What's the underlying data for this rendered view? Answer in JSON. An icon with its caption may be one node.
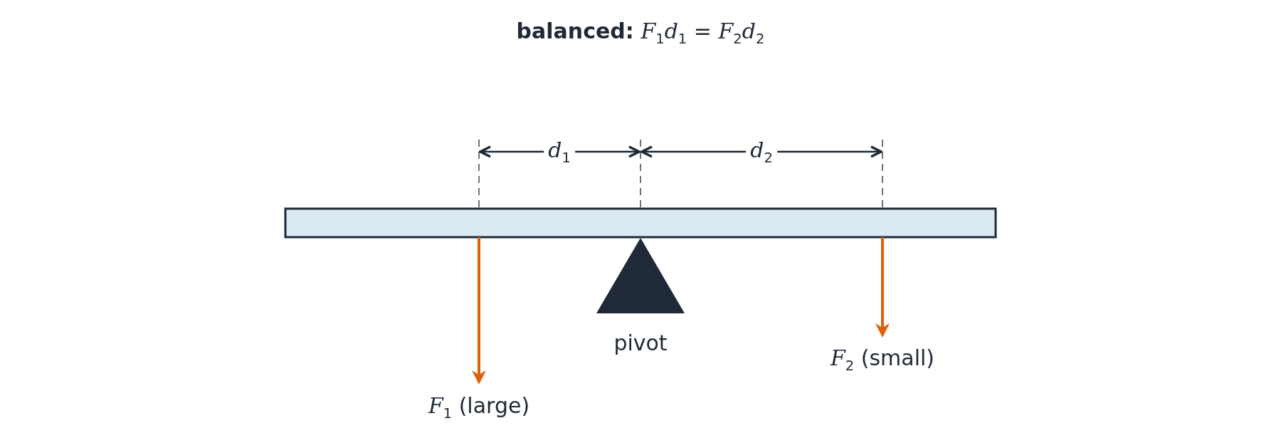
{
  "diagram": {
    "title": "**balanced:** *F*$_{1}$*d*$_{1}$ = *F*$_{2}$*d*$_{2}$",
    "nodes": [
      {
        "text": [],
        "shape": "bar"
      },
      {
        "text": [],
        "shape": "triangle",
        "beside": [
          "pivot"
        ]
      }
    ],
    "labels": [
      "*d*$_{1}$",
      "*d*$_{2}$",
      "*F*$_{1}$ (large)",
      "*F*$_{2}$ (small)"
    ]
  }
}
